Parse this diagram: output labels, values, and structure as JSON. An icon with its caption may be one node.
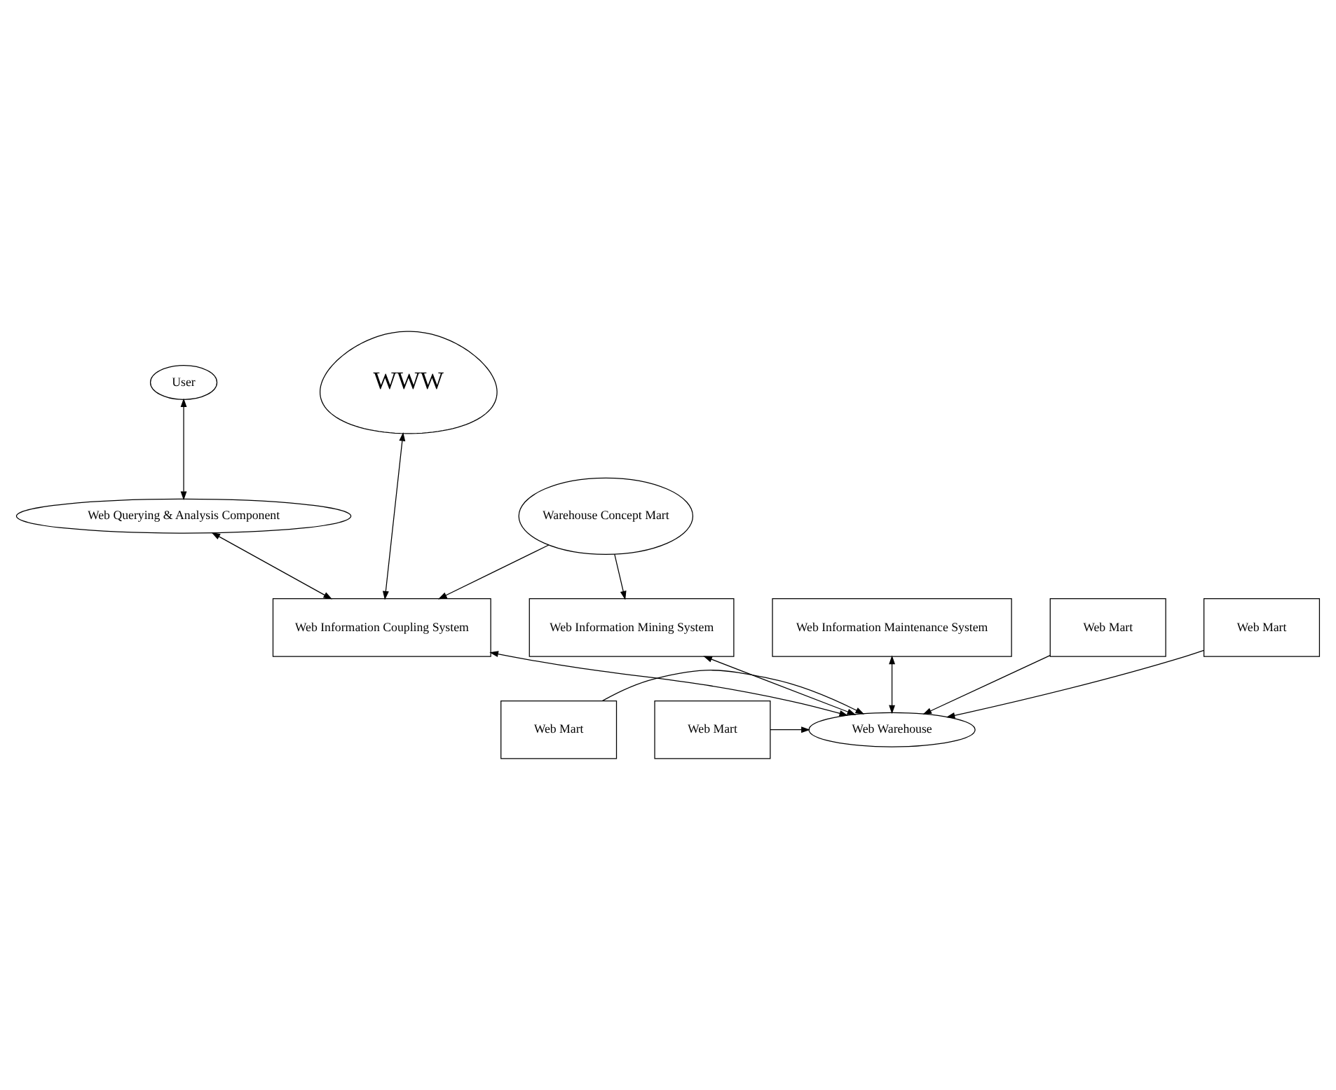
{
  "diagram": {
    "nodes": [
      {
        "text": [
          "User"
        ]
      },
      {
        "text": [
          "WWW"
        ]
      },
      {
        "text": [
          "Warehouse Concept Mart"
        ]
      },
      {
        "text": [
          "Web Querying & Analysis Component"
        ]
      },
      {
        "text": [
          "Web Information Mining System"
        ]
      },
      {
        "text": [
          "Web Information Coupling System"
        ]
      },
      {
        "text": [
          "Web Information Maintenance System"
        ]
      },
      {
        "text": [
          "Web Mart"
        ]
      },
      {
        "text": [
          "Web Mart"
        ]
      },
      {
        "text": [
          "Web Warehouse"
        ]
      },
      {
        "text": [
          "Web Mart"
        ]
      },
      {
        "text": [
          "Web Mart"
        ]
      }
    ],
    "edges": [
      {
        "from": 0,
        "to": 3,
        "arrow": "both"
      },
      {
        "from": 1,
        "to": 5,
        "arrow": "both"
      },
      {
        "from": 2,
        "to": 4,
        "arrow": "to"
      },
      {
        "from": 2,
        "to": 5,
        "arrow": "to"
      },
      {
        "from": 3,
        "to": 5,
        "arrow": "both"
      },
      {
        "from": 4,
        "to": 9,
        "arrow": "both"
      },
      {
        "from": 5,
        "to": 9,
        "arrow": "both"
      },
      {
        "from": 6,
        "to": 9,
        "arrow": "both"
      },
      {
        "from": 7,
        "to": 9,
        "arrow": "to"
      },
      {
        "from": 8,
        "to": 9,
        "arrow": "to"
      },
      {
        "from": 10,
        "to": 9,
        "arrow": "to"
      },
      {
        "from": 11,
        "to": 9,
        "arrow": "to"
      }
    ]
  }
}
